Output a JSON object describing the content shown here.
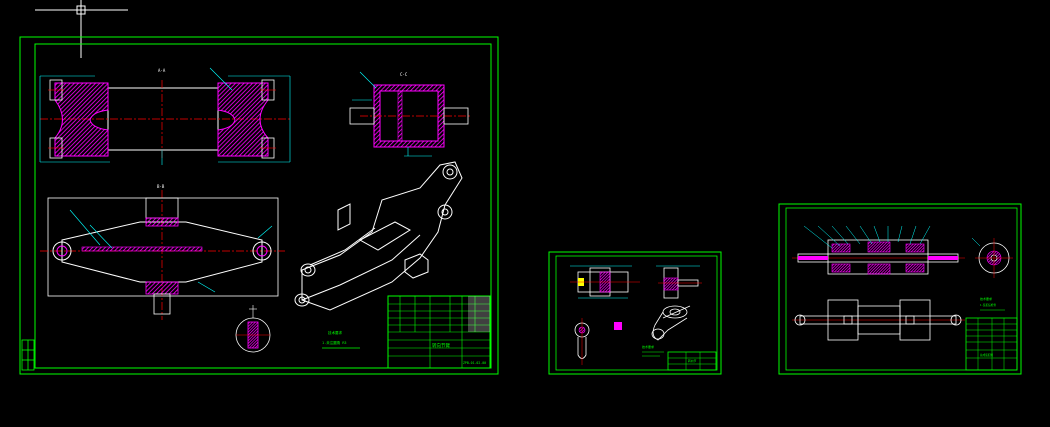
{
  "colors": {
    "background": "#000000",
    "frame": "#00ff00",
    "line": "#ffffff",
    "hatch": "#ff00ff",
    "dimension": "#00ffff",
    "centerline": "#ff0000",
    "block": "#aaaaaa"
  },
  "cursor": {
    "icon": "crosshair-cursor-icon"
  },
  "sheets": [
    {
      "id": "sheet-1",
      "section_labels": [
        "A-A",
        "B-B",
        "C-C"
      ],
      "notes": [
        "技术要求",
        "1.未注圆角 R3"
      ],
      "title_block": {
        "title": "转向节臂",
        "drawing_no": "ZPB-01-02-00"
      }
    },
    {
      "id": "sheet-2",
      "notes": [
        "技术要求"
      ],
      "title_block": {
        "title": "转向节"
      }
    },
    {
      "id": "sheet-3",
      "notes": [
        "技术要求",
        "1.装配后检查"
      ],
      "title_block": {
        "title": "总成装配图"
      }
    }
  ]
}
